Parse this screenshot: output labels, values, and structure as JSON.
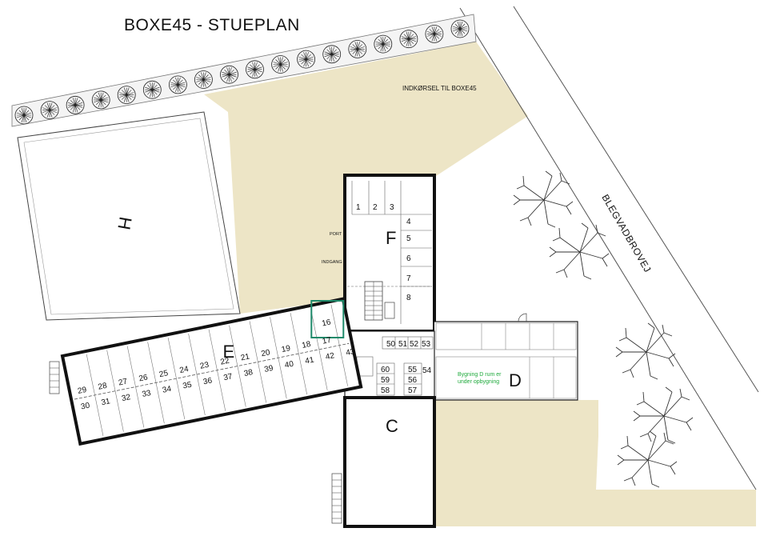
{
  "title": "BOXE45  - STUEPLAN",
  "driveway_label": "INDKØRSEL TIL BOXE45",
  "road_name": "BLEGVADBROVEJ",
  "buildings": {
    "C": "C",
    "D": "D",
    "E": "E",
    "F": "F",
    "H": "H"
  },
  "building_F": {
    "port_label": "PORT",
    "entrance_label": "INDGANG",
    "units_top": [
      "1",
      "2",
      "3"
    ],
    "units_right": [
      "4",
      "5",
      "6",
      "7",
      "8"
    ]
  },
  "building_E": {
    "highlighted_unit": "16",
    "units_upper": [
      "29",
      "28",
      "27",
      "26",
      "25",
      "24",
      "23",
      "22",
      "21",
      "20",
      "19",
      "18",
      "17"
    ],
    "units_lower": [
      "30",
      "31",
      "32",
      "33",
      "34",
      "35",
      "36",
      "37",
      "38",
      "39",
      "40",
      "41",
      "42",
      "43"
    ]
  },
  "junction": {
    "row_top": [
      "50",
      "51",
      "52",
      "53"
    ],
    "left_col": [
      "60",
      "59",
      "58"
    ],
    "right_col": [
      "55",
      "56",
      "57"
    ],
    "side_unit": "54"
  },
  "building_D_note": [
    "Bygning D rum er",
    "under opbygning"
  ],
  "colors": {
    "plot": "#ede5c6",
    "walls": "#111111",
    "highlight": "#1e8a6a",
    "note": "#1faa3c"
  },
  "icons": [
    "tree-icon",
    "staircase-icon",
    "door-icon"
  ]
}
